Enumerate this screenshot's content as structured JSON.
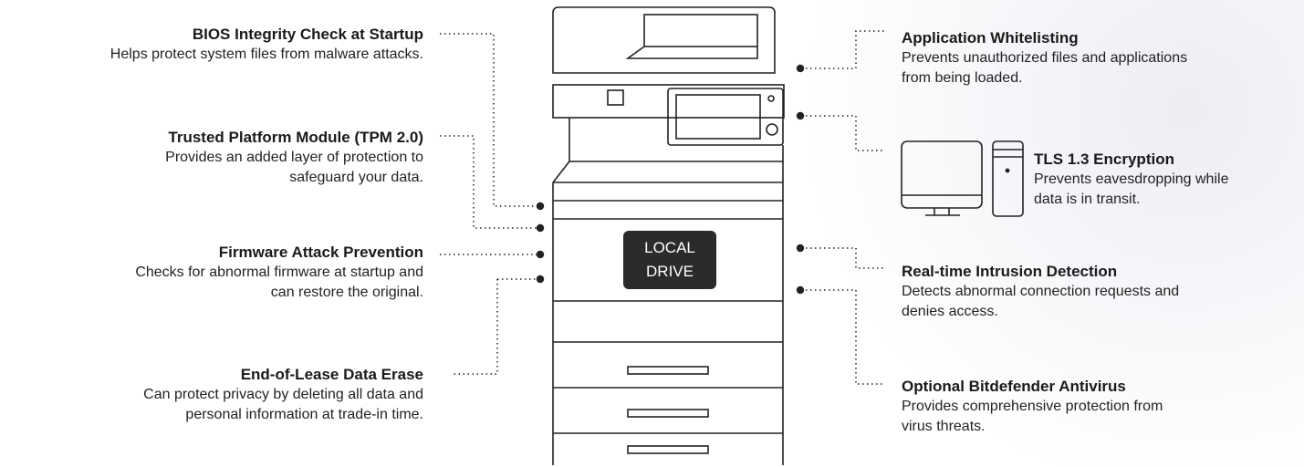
{
  "left_features": [
    {
      "title": "BIOS Integrity Check at Startup",
      "desc": "Helps protect system files from malware attacks."
    },
    {
      "title": "Trusted Platform Module (TPM 2.0)",
      "desc1": "Provides an added layer of protection to",
      "desc2": "safeguard your data."
    },
    {
      "title": "Firmware Attack Prevention",
      "desc1": "Checks for abnormal firmware at startup and",
      "desc2": "can restore the original."
    },
    {
      "title": "End-of-Lease Data Erase",
      "desc1": "Can protect privacy by deleting all data and",
      "desc2": "personal information at trade-in time."
    }
  ],
  "right_features": [
    {
      "title": "Application Whitelisting",
      "desc1": "Prevents unauthorized files and applications",
      "desc2": "from being loaded."
    },
    {
      "title": "TLS 1.3 Encryption",
      "desc1": "Prevents eavesdropping while",
      "desc2": "data is in transit."
    },
    {
      "title": "Real-time Intrusion Detection",
      "desc1": "Detects abnormal connection requests and",
      "desc2": "denies access."
    },
    {
      "title": "Optional Bitdefender Antivirus",
      "desc1": "Provides comprehensive protection from",
      "desc2": "virus threats."
    }
  ],
  "drive_label": {
    "line1": "LOCAL",
    "line2": "DRIVE"
  },
  "colors": {
    "line": "#222222",
    "dot": "#222222",
    "drive_bg": "#2b2b2b",
    "text": "#1a1a1a"
  },
  "icons": [
    "printer-icon",
    "monitor-icon",
    "computer-tower-icon"
  ]
}
